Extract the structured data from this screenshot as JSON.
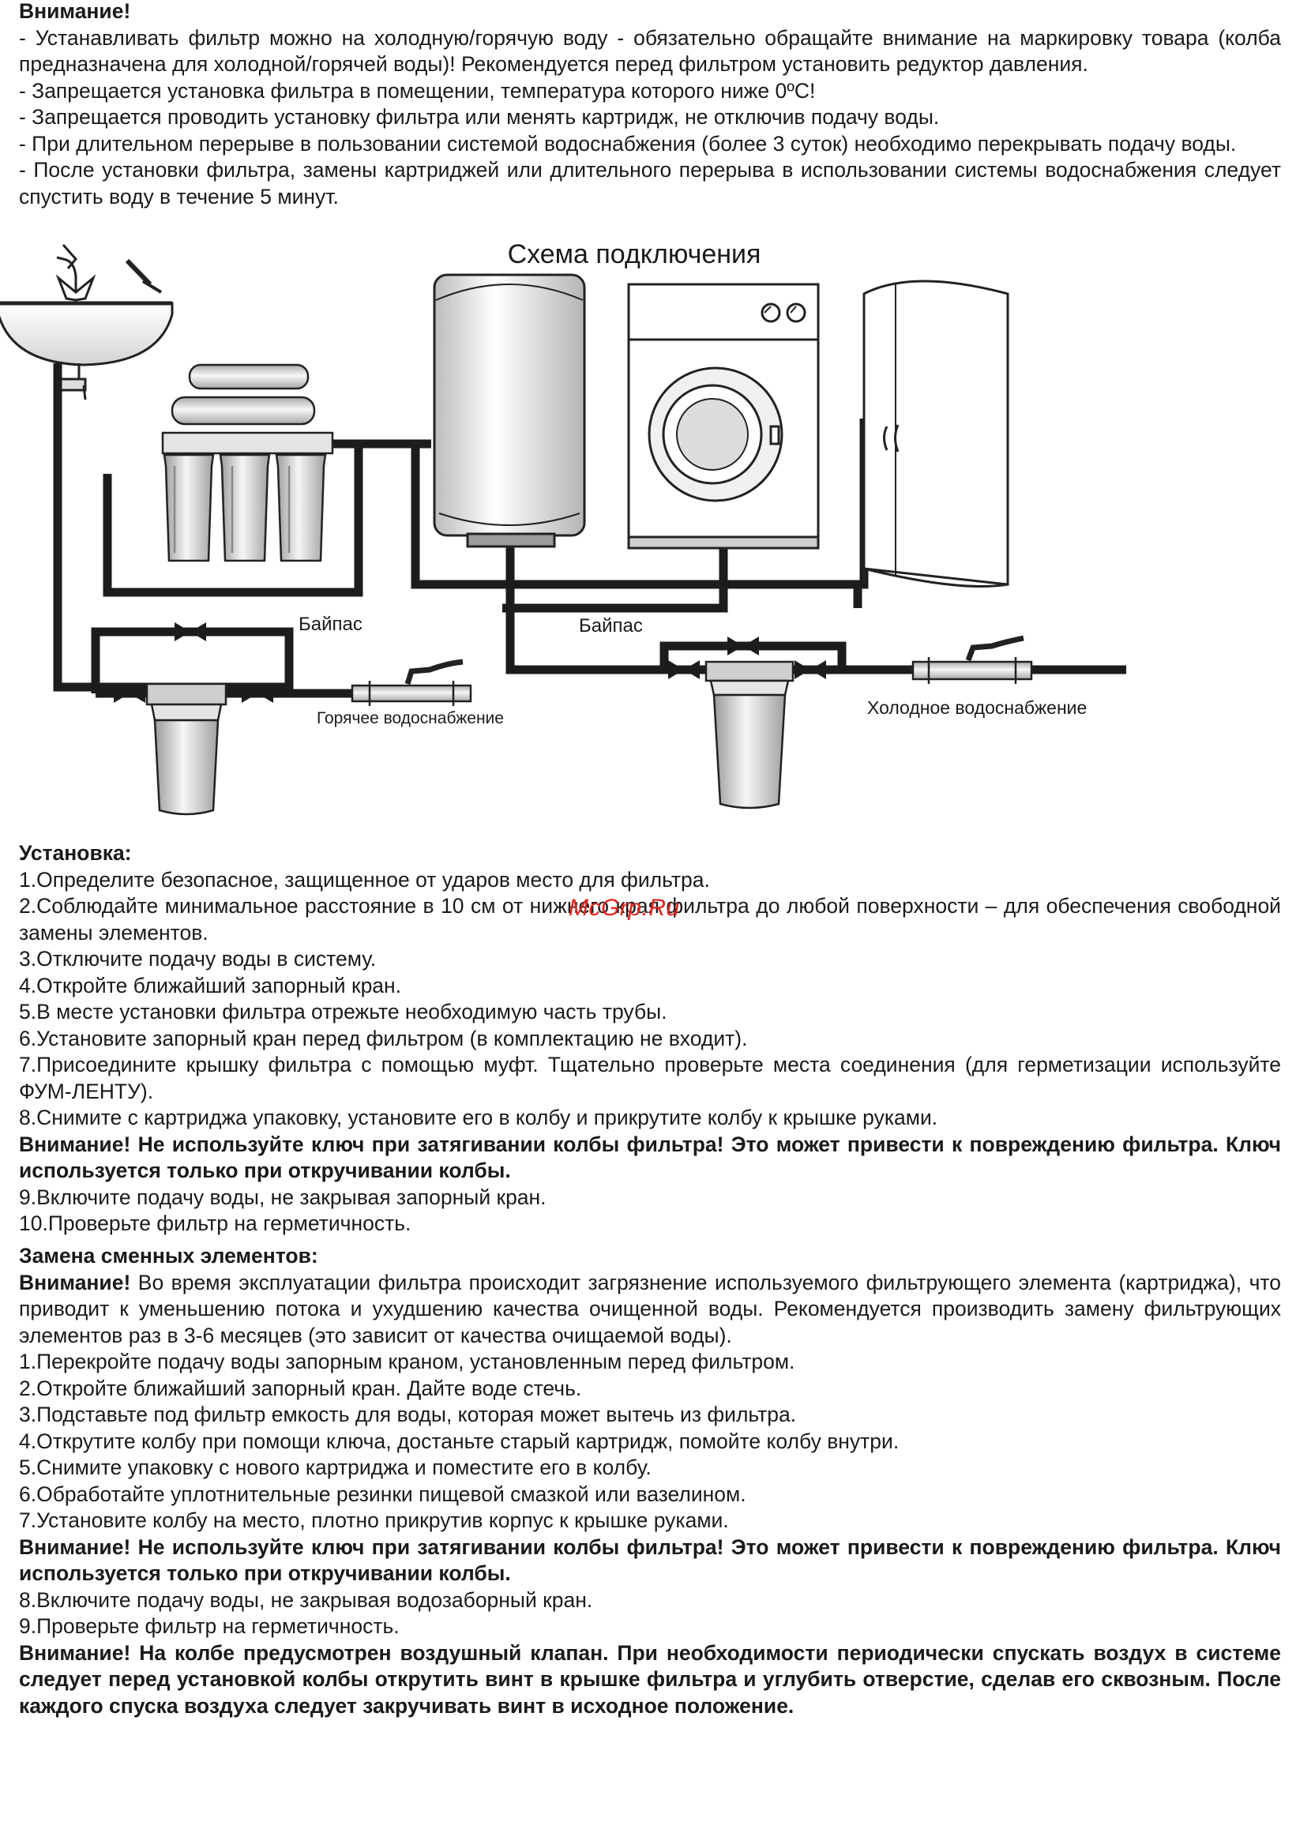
{
  "warning": {
    "heading": "Внимание!",
    "lines": [
      "- Устанавливать фильтр можно на холодную/горячую воду - обязательно обращайте внимание на маркировку товара (колба предназначена для холодной/горячей воды)! Рекомендуется перед фильтром установить редуктор давления.",
      "- Запрещается установка фильтра в помещении, температура которого ниже 0ºС!",
      "- Запрещается проводить установку фильтра или менять картридж, не отключив подачу воды.",
      "- При длительном перерыве в пользовании системой водоснабжения (более 3 суток) необходимо перекрывать подачу воды.",
      "- После установки фильтра, замены картриджей или длительного перерыва в использовании системы водоснабжения следует спустить воду в течение 5 минут."
    ]
  },
  "diagram": {
    "title": "Схема подключения",
    "bypass_left": "Байпас",
    "bypass_right": "Байпас",
    "hot_supply": "Горячее водоснабжение",
    "cold_supply": "Холодное водоснабжение"
  },
  "install": {
    "heading": "Установка:",
    "steps": [
      "1.Определите безопасное, защищенное от ударов место для фильтра.",
      "2.Соблюдайте минимальное расстояние в 10 см от нижнего края фильтра до любой поверхности – для обеспечения свободной замены элементов.",
      "3.Отключите подачу воды в систему.",
      "4.Откройте ближайший запорный кран.",
      "5.В месте установки фильтра отрежьте необходимую часть трубы.",
      "6.Установите запорный кран перед фильтром (в комплектацию не входит).",
      "7.Присоедините крышку фильтра с помощью муфт. Тщательно проверьте места соединения (для герметизации используйте ФУМ-ЛЕНТУ).",
      "8.Снимите с картриджа упаковку, установите его в колбу и прикрутите колбу к крышке руками."
    ],
    "warning": "Внимание! Не используйте ключ при затягивании колбы фильтра! Это может привести к повреждению фильтра. Ключ используется только при откручивании колбы.",
    "steps_after": [
      "9.Включите подачу воды, не закрывая запорный кран.",
      "10.Проверьте фильтр на герметичность."
    ]
  },
  "replace": {
    "heading": "Замена сменных элементов:",
    "intro_bold": "Внимание!",
    "intro": " Во время эксплуатации фильтра происходит загрязнение используемого фильтрующего элемента (картриджа), что приводит к уменьшению потока и ухудшению качества очищенной воды. Рекомендуется производить замену фильтрующих  элементов раз в 3-6 месяцев (это зависит от качества очищаемой воды).",
    "steps": [
      "1.Перекройте подачу воды запорным краном, установленным перед фильтром.",
      "2.Откройте ближайший запорный кран. Дайте воде стечь.",
      "3.Подставьте под фильтр емкость для воды, которая может вытечь из фильтра.",
      "4.Открутите колбу при помощи ключа, достаньте старый картридж, помойте колбу внутри.",
      "5.Снимите упаковку с нового картриджа и поместите его в колбу.",
      "6.Обработайте уплотнительные резинки пищевой смазкой или вазелином.",
      "7.Установите колбу на место, плотно прикрутив корпус к крышке руками."
    ],
    "warning": "Внимание! Не используйте ключ при затягивании колбы фильтра! Это может привести к повреждению фильтра.  Ключ используется только при откручивании колбы.",
    "steps_after": [
      "8.Включите подачу воды, не закрывая водозаборный кран.",
      "9.Проверьте фильтр на герметичность."
    ],
    "air_valve_warning": "Внимание! На колбе предусмотрен воздушный клапан. При необходимости периодически спускать воздух в системе следует перед установкой колбы открутить винт в крышке фильтра и углубить отверстие, сделав его сквозным. После каждого спуска воздуха следует закручивать винт в исходное положение."
  },
  "watermark": "McGrp.Ru"
}
